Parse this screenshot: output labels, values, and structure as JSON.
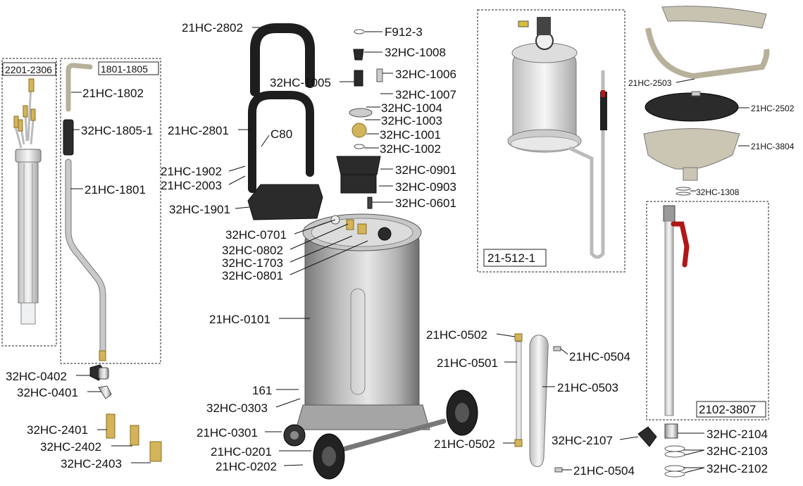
{
  "boxes": {
    "b2201": "2201-2306",
    "b1801": "1801-1805",
    "b21512": "21-512-1",
    "b2102": "2102-3807"
  },
  "labels": {
    "l01": "21HC-1802",
    "l02": "32HC-1805-1",
    "l03": "21HC-1801",
    "l04": "32HC-0402",
    "l05": "32HC-0401",
    "l06": "32HC-2401",
    "l07": "32HC-2402",
    "l08": "32HC-2403",
    "l09": "21HC-2802",
    "l10": "32HC-1005",
    "l11": "21HC-2801",
    "l12": "C80",
    "l13": "21HC-1902",
    "l14": "21HC-2003",
    "l15": "32HC-1901",
    "l16": "32HC-0701",
    "l17": "32HC-0802",
    "l18": "32HC-1703",
    "l19": "32HC-0801",
    "l20": "21HC-0101",
    "l21": "161",
    "l22": "32HC-0303",
    "l23": "21HC-0301",
    "l24": "21HC-0201",
    "l25": "21HC-0202",
    "l26": "F912-3",
    "l27": "32HC-1008",
    "l28": "32HC-1006",
    "l29": "32HC-1007",
    "l30": "32HC-1004",
    "l31": "32HC-1003",
    "l32": "32HC-1001",
    "l33": "32HC-1002",
    "l34": "32HC-0901",
    "l35": "32HC-0903",
    "l36": "32HC-0601",
    "l37": "21HC-0502",
    "l38": "21HC-0501",
    "l39": "21HC-0504",
    "l40": "21HC-0503",
    "l41": "21HC-0502",
    "l42": "21HC-0504",
    "l43": "32HC-2107",
    "l44": "32HC-2104",
    "l45": "32HC-2103",
    "l46": "32HC-2102",
    "l47": "21HC-2503",
    "l48": "21HC-2502",
    "l49": "21HC-3804",
    "l50": "32HC-1308"
  }
}
